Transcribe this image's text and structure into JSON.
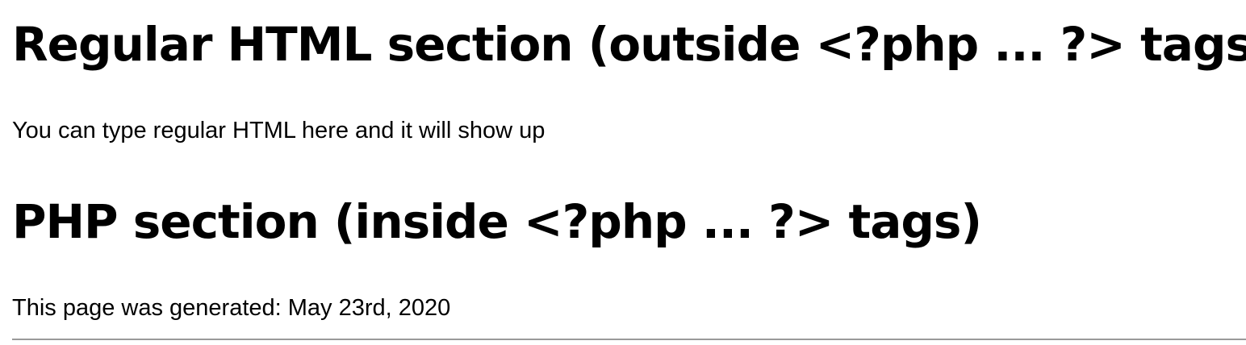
{
  "sections": {
    "html_section": {
      "heading": "Regular HTML section (outside <?php ... ?> tags)",
      "text": "You can type regular HTML here and it will show up"
    },
    "php_section": {
      "heading": "PHP section (inside <?php ... ?> tags)",
      "text": "This page was generated: May 23rd, 2020"
    }
  },
  "colors": {
    "text": "#000000",
    "background": "#ffffff",
    "rule": "#9a9a9a"
  }
}
